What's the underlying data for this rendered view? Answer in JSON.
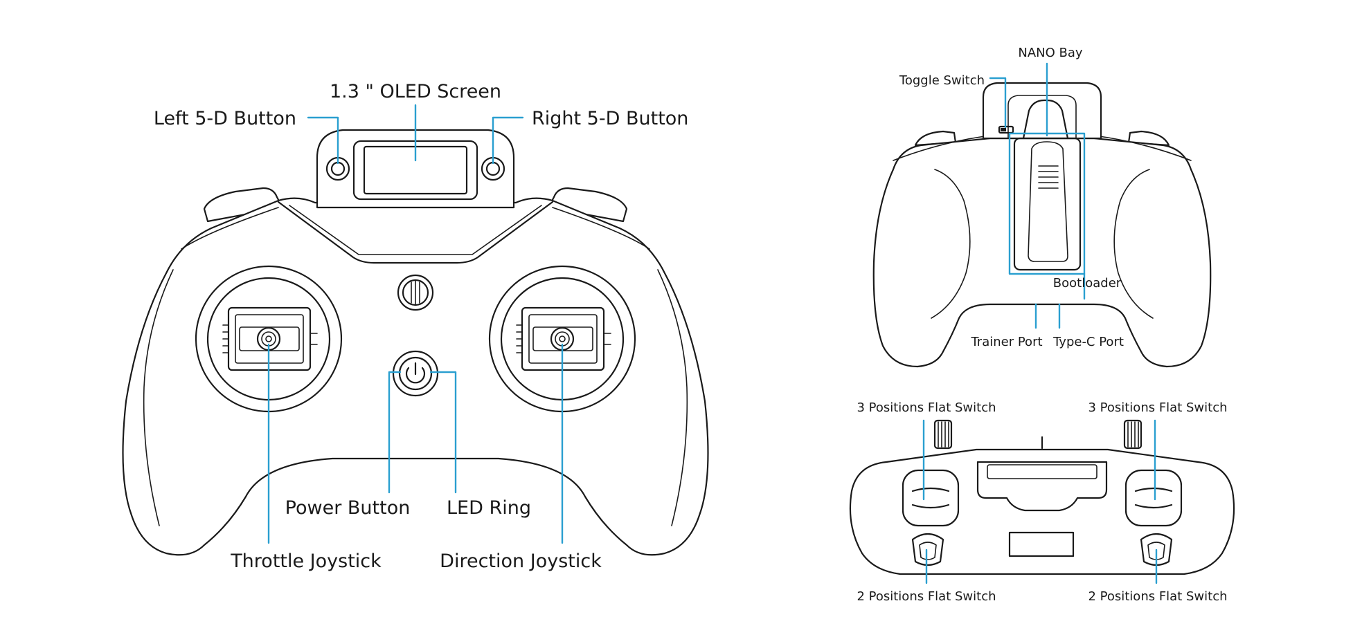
{
  "colors": {
    "leader": "#2a9fd0",
    "outline": "#1a1a1a",
    "background": "#ffffff"
  },
  "front_view": {
    "labels": {
      "oled_screen": "1.3 \"  OLED Screen",
      "left_5d_button": "Left 5-D Button",
      "right_5d_button": "Right 5-D Button",
      "power_button": "Power Button",
      "led_ring": "LED Ring",
      "throttle_joystick": "Throttle Joystick",
      "direction_joystick": "Direction Joystick"
    },
    "icons": [
      "power-icon",
      "scroll-wheel-icon"
    ]
  },
  "back_view": {
    "labels": {
      "nano_bay": "NANO Bay",
      "toggle_switch": "Toggle Switch",
      "bootloader": "Bootloader",
      "trainer_port": "Trainer Port",
      "type_c_port": "Type-C Port"
    }
  },
  "top_view": {
    "labels": {
      "three_pos_left": "3 Positions Flat Switch",
      "three_pos_right": "3 Positions Flat Switch",
      "two_pos_left": "2 Positions Flat Switch",
      "two_pos_right": "2 Positions Flat Switch"
    }
  }
}
